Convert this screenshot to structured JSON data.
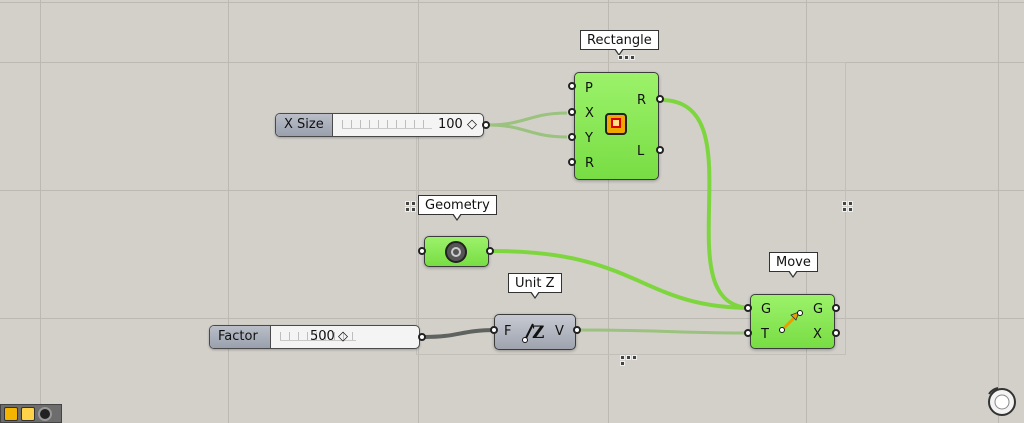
{
  "sliders": {
    "x_size": {
      "label": "X Size",
      "value": "100",
      "suffix": "◇"
    },
    "factor": {
      "label": "Factor",
      "value": "500",
      "suffix": "◇"
    }
  },
  "components": {
    "rectangle": {
      "tag": "Rectangle",
      "inputs": [
        "P",
        "X",
        "Y",
        "R"
      ],
      "outputs": [
        "R",
        "L"
      ],
      "icon": "rectangle-icon"
    },
    "geometry": {
      "tag": "Geometry",
      "icon": "geometry-param-icon"
    },
    "unit_z": {
      "tag": "Unit Z",
      "input": "F",
      "output": "V",
      "icon": "unit-z-vector-icon",
      "glyph": "Z"
    },
    "move": {
      "tag": "Move",
      "inputs": [
        "G",
        "T"
      ],
      "outputs": [
        "G",
        "X"
      ],
      "icon": "move-arrow-icon"
    }
  },
  "colors": {
    "canvas": "#d3d0ca",
    "component_green": "#8de85a",
    "wire_green": "#7ed63f",
    "wire_pale": "#9bc27e",
    "wire_gray": "#5f6360"
  }
}
